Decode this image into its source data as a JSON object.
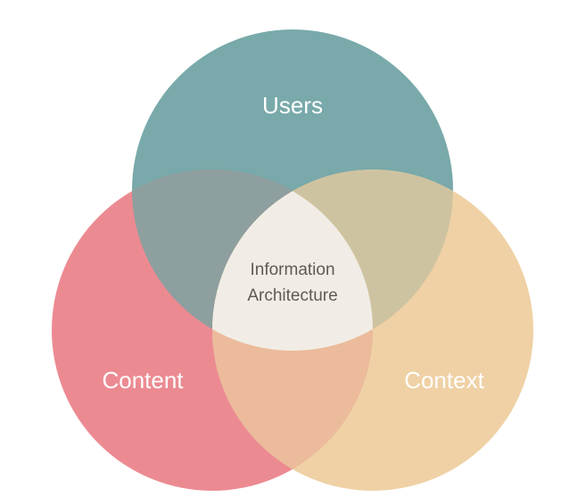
{
  "diagram": {
    "circles": {
      "users": {
        "label": "Users",
        "color": "#79a9aa"
      },
      "content": {
        "label": "Content",
        "color": "#ec8a92"
      },
      "context": {
        "label": "Context",
        "color": "#efd1a5"
      }
    },
    "center": {
      "line1": "Information",
      "line2": "Architecture"
    },
    "overlap_colors": {
      "users_content": "#8e9f9f",
      "users_context": "#cec3a0",
      "content_context": "#ebbb9b",
      "center": "#f1ede6"
    }
  }
}
